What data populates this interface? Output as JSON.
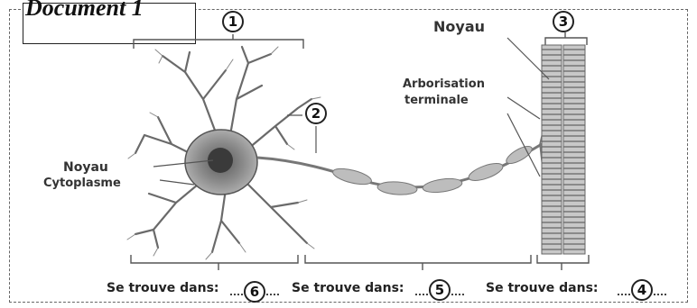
{
  "document_title": "Document 1",
  "labels": {
    "noyau_right": "Noyau",
    "arborisation_line1": "Arborisation",
    "arborisation_line2": "terminale",
    "noyau_left": "Noyau",
    "cytoplasme": "Cytoplasme"
  },
  "markers": [
    "1",
    "2",
    "3",
    "4",
    "5",
    "6"
  ],
  "footer": {
    "left": "Se trouve dans:",
    "middle": "Se trouve dans:",
    "right": "Se trouve dans:"
  }
}
